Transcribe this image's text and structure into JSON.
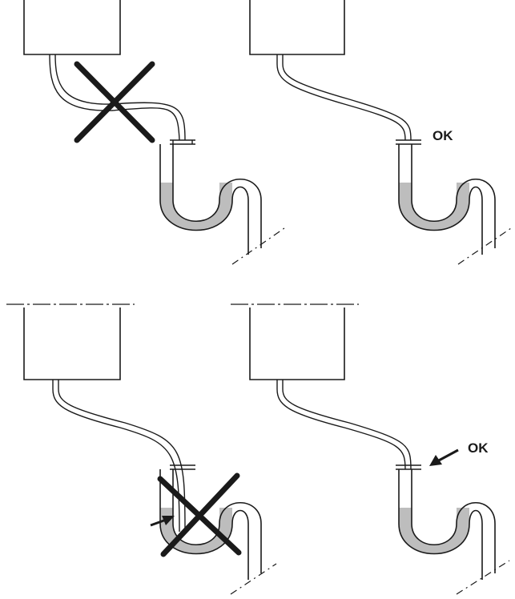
{
  "panels": [
    {
      "id": "top-left",
      "verdict": "wrong",
      "label": ""
    },
    {
      "id": "top-right",
      "verdict": "correct",
      "label": "OK"
    },
    {
      "id": "bottom-left",
      "verdict": "wrong",
      "label": ""
    },
    {
      "id": "bottom-right",
      "verdict": "correct",
      "label": "OK"
    }
  ],
  "colors": {
    "line": "#1a1a1a",
    "water": "#bdbdbd",
    "background": "#ffffff"
  }
}
